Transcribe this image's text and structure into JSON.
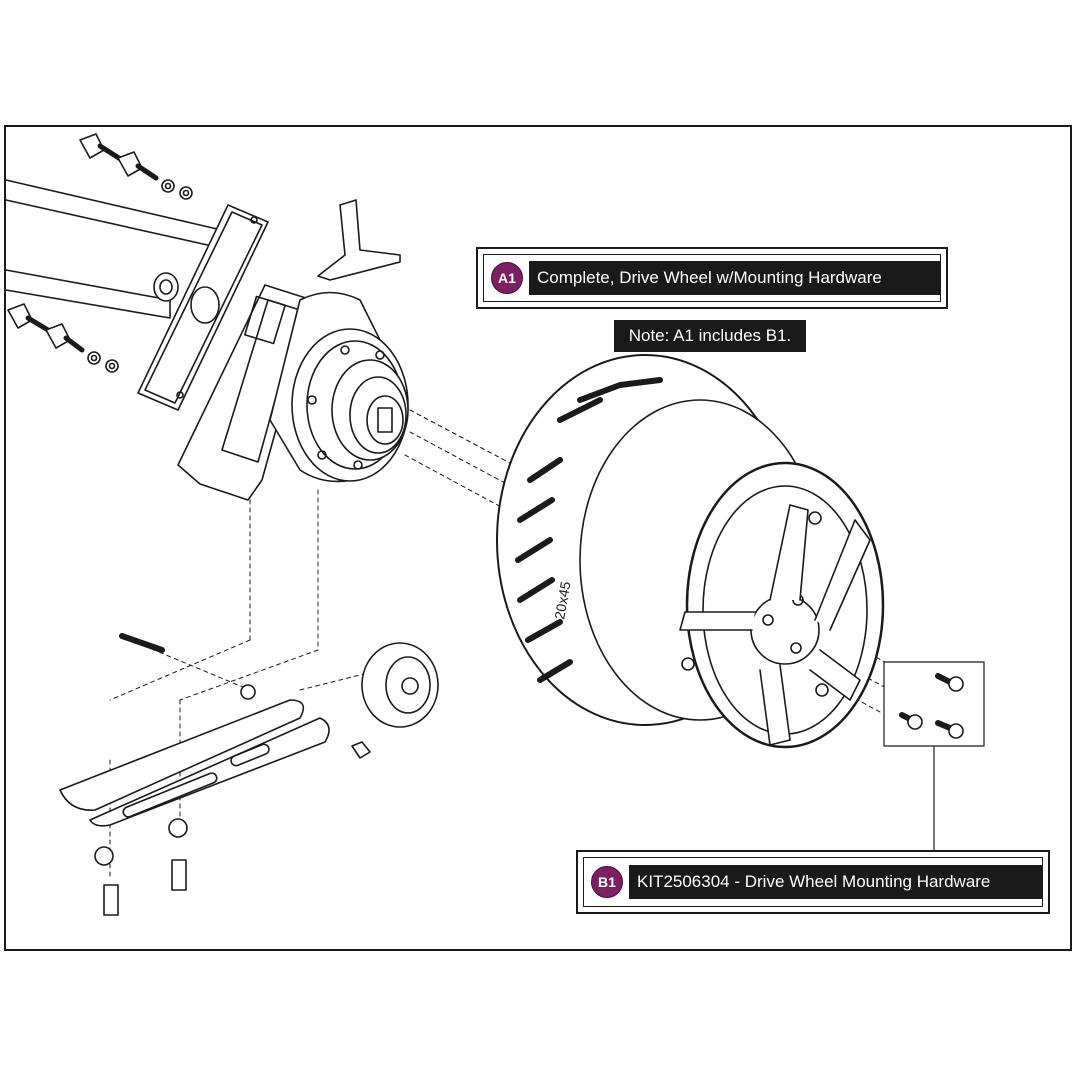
{
  "callouts": {
    "a1": {
      "badge": "A1",
      "label": "Complete, Drive Wheel  w/Mounting Hardware"
    },
    "b1": {
      "badge": "B1",
      "label": "KIT2506304 - Drive Wheel  Mounting Hardware"
    }
  },
  "note": "Note: A1 includes B1.",
  "tire_marking": "20x45",
  "colors": {
    "badge": "#7d1f63",
    "label_bg": "#1a1a1a",
    "line": "#1a1a1a"
  }
}
